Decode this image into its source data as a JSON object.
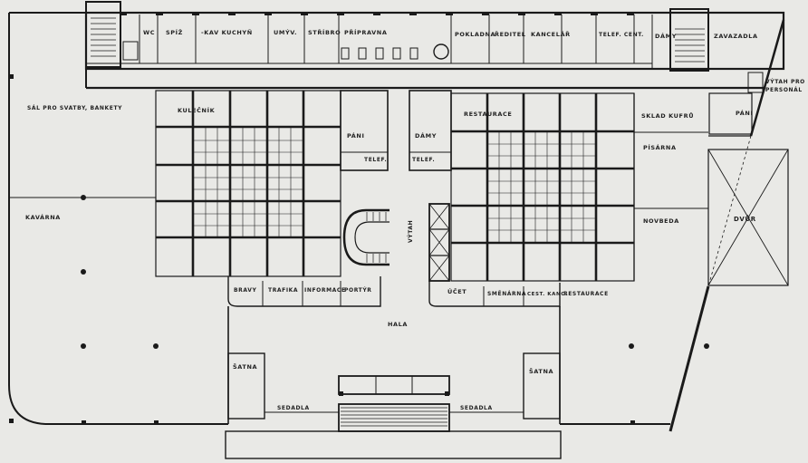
{
  "labels": {
    "wc": "WC",
    "spiz": "SPÍŽ",
    "kav_kuchyn": "-KAV KUCHYŇ",
    "umyv": "UMÝV.",
    "stribro": "STŘÍBRO",
    "pripravna": "PŘÍPRAVNA",
    "pokladna": "POKLADNA",
    "reditel": "ŘEDITEL",
    "kancelar": "KANCELÁŘ",
    "telef_cent": "TELEF. CENT.",
    "damy_top": "DÁMY",
    "zavazadla": "ZAVAZADLA",
    "vytah_personal": "VÝTAH PRO PERSONÁL",
    "sal": "SÁL PRO SVATBY, BANKETY",
    "kulecnik": "KULEČNÍK",
    "pani_left": "PÁNI",
    "telef_left": "TELEF.",
    "damy_mid": "DÁMY",
    "telef_right": "TELEF.",
    "restaurace_top": "RESTAURACE",
    "sklad_kufru": "SKLAD KUFRŮ",
    "pani_right": "PÁNI",
    "pisarna": "PÍSÁRNA",
    "novbeda": "NOVBEDA",
    "dvur": "DVŮR",
    "kavarna": "KAVÁRNA",
    "vytah": "VÝTAH",
    "bravy": "BRAVY",
    "trafika": "TRAFIKA",
    "informace": "INFORMACE",
    "portyr": "PORTÝR",
    "ucet": "ÚČET",
    "smenarna": "SMĚNÁRNA",
    "cest_kanc": "CEST. KANC.",
    "restaurace_bottom": "RESTAURACE",
    "hala": "HALA",
    "satna_left": "ŠATNA",
    "satna_right": "ŠATNA",
    "sedadla_left": "SEDADLA",
    "sedadla_right": "SEDADLA"
  },
  "colors": {
    "paper": "#e9e9e6",
    "line": "#1a1a1a",
    "text": "#222222"
  }
}
